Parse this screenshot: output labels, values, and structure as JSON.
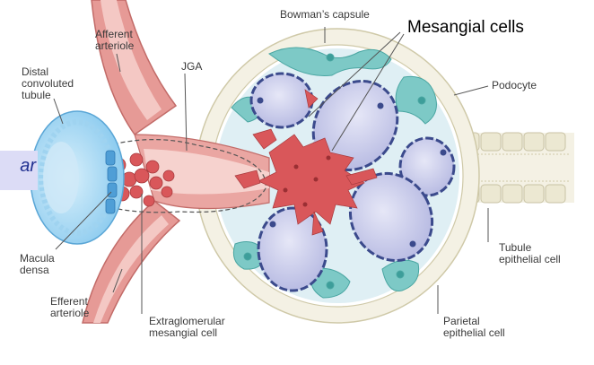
{
  "labels": {
    "bowmans_capsule": "Bowman’s capsule",
    "mesangial_cells": "Mesangial cells",
    "afferent_arteriole": "Afferent\narteriole",
    "jga": "JGA",
    "distal_tubule": "Distal\nconvoluted\ntubule",
    "podocyte": "Podocyte",
    "cut_text": "ar",
    "macula_densa": "Macula\ndensa",
    "tubule_epithelial": "Tubule\nepithelial cell",
    "efferent_arteriole": "Efferent\narteriole",
    "extraglomerular": "Extraglomerular\nmesangial cell",
    "parietal_epithelial": "Parietal\nepithelial cell"
  },
  "colors": {
    "capsule": "#f4f1e4",
    "capsule_cells": "#ece8d2",
    "capillary": "#c9cbe9",
    "capillary_edge": "#3b4a8c",
    "mesangial": "#d9575a",
    "podocyte": "#7dc9c6",
    "tubule_blue": "#9fd3f0",
    "arteriole": "#e69a96"
  }
}
